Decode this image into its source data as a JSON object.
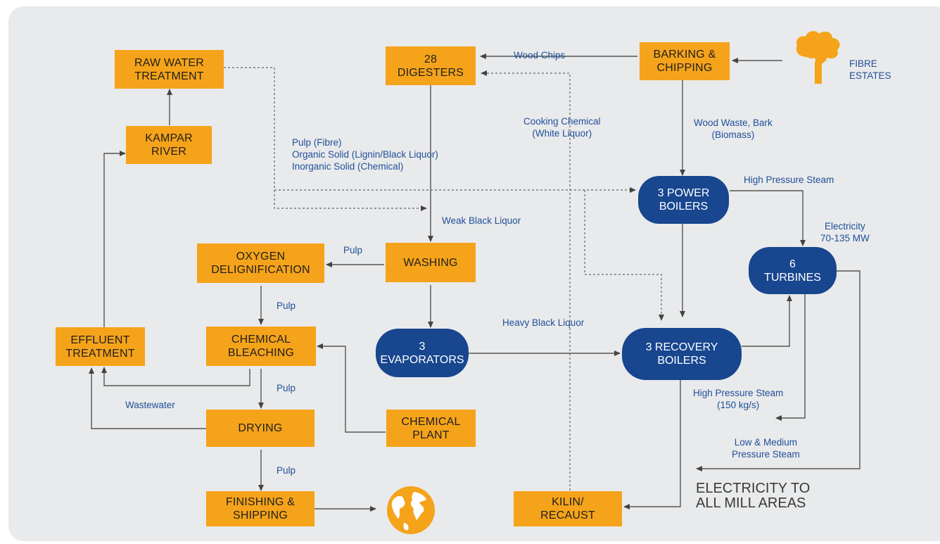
{
  "nodes": {
    "raw_water_treatment": "RAW WATER\nTREATMENT",
    "digesters": "28\nDIGESTERS",
    "barking_chipping": "BARKING &\nCHIPPING",
    "kampar_river": "KAMPAR\nRIVER",
    "power_boilers": "3 POWER\nBOILERS",
    "oxygen_delignification": "OXYGEN\nDELIGNIFICATION",
    "washing": "WASHING",
    "turbines": "6\nTURBINES",
    "effluent_treatment": "EFFLUENT\nTREATMENT",
    "chemical_bleaching": "CHEMICAL\nBLEACHING",
    "evaporators": "3\nEVAPORATORS",
    "recovery_boilers": "3 RECOVERY\nBOILERS",
    "drying": "DRYING",
    "chemical_plant": "CHEMICAL\nPLANT",
    "finishing_shipping": "FINISHING &\nSHIPPING",
    "kilin_recaust": "KILIN/\nRECAUST",
    "fibre_estates": "FIBRE\nESTATES",
    "electricity_all": "ELECTRICITY TO\nALL MILL AREAS"
  },
  "labels": {
    "wood_chips": "Wood Chips",
    "cooking_chemical": "Cooking Chemical\n(White Liquor)",
    "wood_waste": "Wood Waste, Bark\n(Biomass)",
    "pulp_components": "Pulp (Fibre)\nOrganic Solid (Lignin/Black Liquor)\nInorganic Solid (Chemical)",
    "high_pressure_steam_top": "High Pressure Steam",
    "weak_black_liquor": "Weak Black Liquor",
    "electricity": "Electricity\n70-135 MW",
    "pulp_1": "Pulp",
    "pulp_2": "Pulp",
    "pulp_3": "Pulp",
    "pulp_4": "Pulp",
    "heavy_black_liquor": "Heavy Black Liquor",
    "high_pressure_steam_bottom": "High Pressure Steam\n(150 kg/s)",
    "wastewater": "Wastewater",
    "low_medium_steam": "Low & Medium\nPressure Steam"
  },
  "icons": {
    "tree": "tree-icon",
    "globe": "globe-icon"
  },
  "colors": {
    "process_box": "#f5a31a",
    "boiler_pill": "#18468f",
    "label_text": "#1f4f9a",
    "background": "#e9eaeb"
  }
}
